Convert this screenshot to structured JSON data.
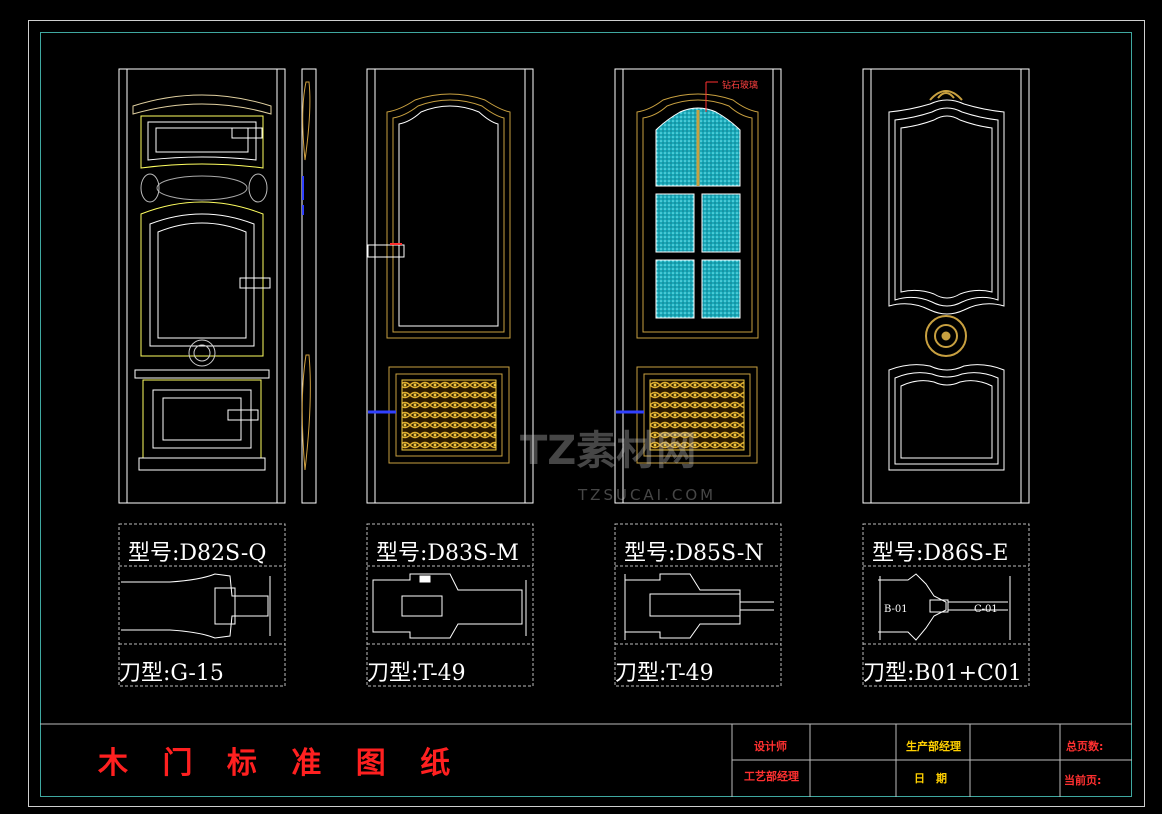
{
  "drawing": {
    "title": "木 门 标 准 图 纸",
    "doors": [
      {
        "model": "型号:D82S-Q",
        "tool": "刀型:G-15"
      },
      {
        "model": "型号:D83S-M",
        "tool": "刀型:T-49"
      },
      {
        "model": "型号:D85S-N",
        "tool": "刀型:T-49"
      },
      {
        "model": "型号:D86S-E",
        "tool": "刀型:B01+C01"
      }
    ],
    "glass_callout": "钻石玻璃",
    "profile_tags": {
      "left": "B-01",
      "right": "C-01"
    }
  },
  "title_block": {
    "designer": "设计师",
    "process_manager": "工艺部经理",
    "production_manager": "生产部经理",
    "date": "日　期",
    "total_pages": "总页数:",
    "current_page": "当前页:"
  },
  "watermark": {
    "brand": "TZ素材网",
    "url": "TZSUCAI.COM"
  },
  "colors": {
    "frame": "#cfcfcf",
    "inner_frame": "#3fa8a0",
    "title": "#ff2020",
    "gold": "#c8a040",
    "glass": "#30c8d0"
  }
}
